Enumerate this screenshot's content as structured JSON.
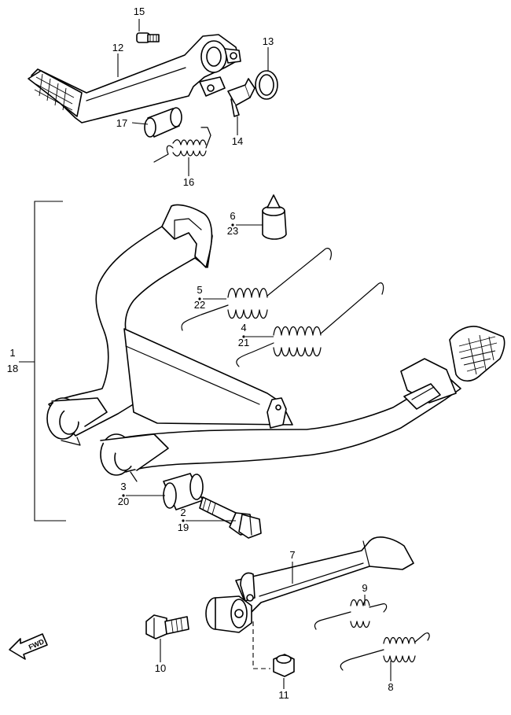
{
  "callouts": {
    "c1": "1",
    "c2": "2",
    "c3": "3",
    "c4": "4",
    "c5": "5",
    "c6": "6",
    "c7": "7",
    "c8": "8",
    "c9": "9",
    "c10": "10",
    "c11": "11",
    "c12": "12",
    "c13": "13",
    "c14": "14",
    "c15": "15",
    "c16": "16",
    "c17": "17",
    "c18": "18",
    "c19": "19",
    "c20": "20",
    "c21": "21",
    "c22": "22",
    "c23": "23"
  },
  "fwd_label": "FWD"
}
